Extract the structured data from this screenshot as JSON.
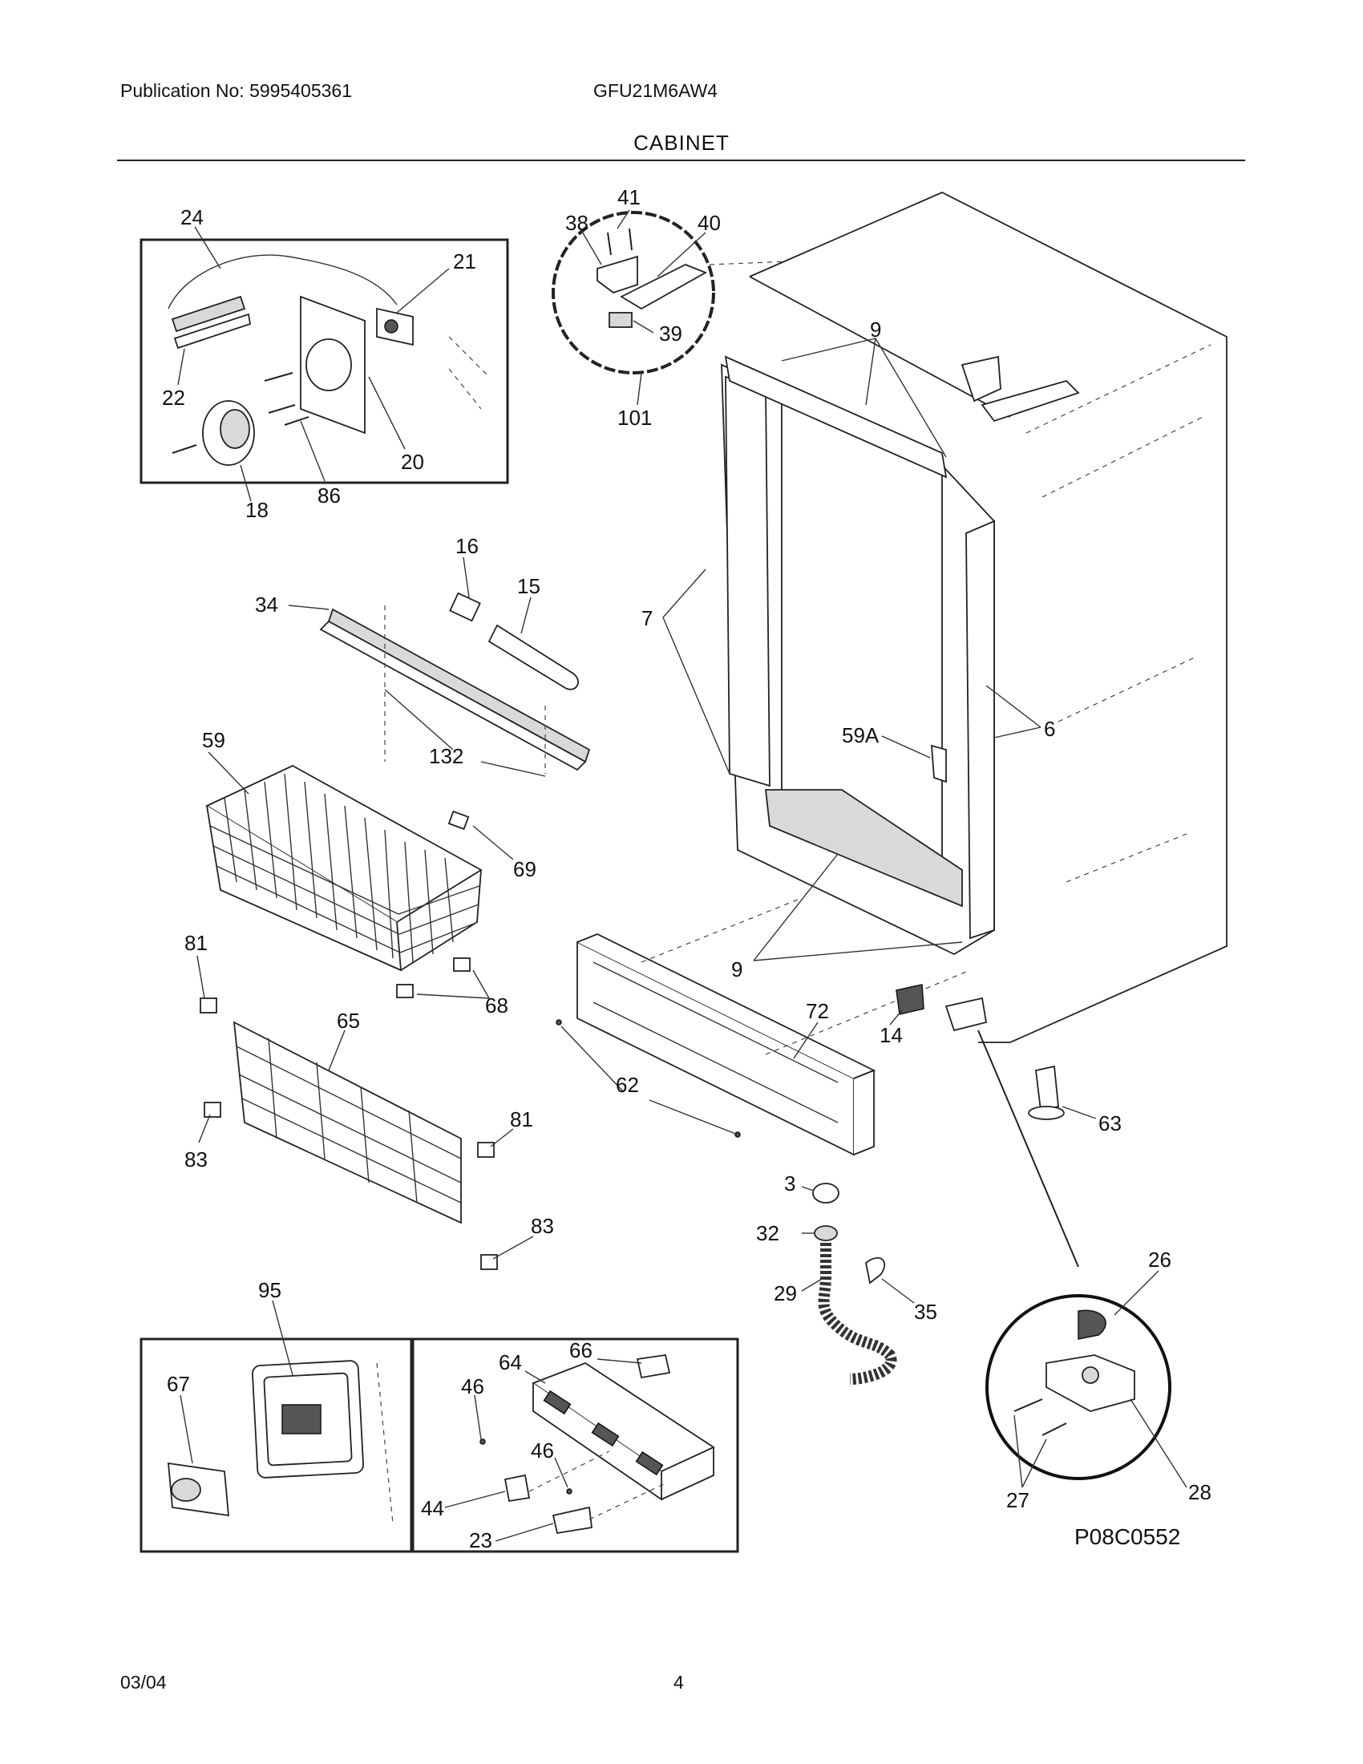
{
  "header": {
    "publication": "Publication No: 5995405361",
    "model": "GFU21M6AW4",
    "section": "CABINET"
  },
  "diagram": {
    "code": "P08C0552",
    "callouts": {
      "c24": "24",
      "c21": "21",
      "c22": "22",
      "c20": "20",
      "c18": "18",
      "c86": "86",
      "c41": "41",
      "c38": "38",
      "c40": "40",
      "c39": "39",
      "c101": "101",
      "c9a": "9",
      "c9b": "9",
      "c7": "7",
      "c6": "6",
      "c59a": "59A",
      "c16": "16",
      "c15": "15",
      "c34": "34",
      "c132": "132",
      "c59": "59",
      "c69": "69",
      "c81a": "81",
      "c68": "68",
      "c65": "65",
      "c83a": "83",
      "c81b": "81",
      "c83b": "83",
      "c72": "72",
      "c62": "62",
      "c14": "14",
      "c63": "63",
      "c3": "3",
      "c32": "32",
      "c29": "29",
      "c35": "35",
      "c26": "26",
      "c27": "27",
      "c28": "28",
      "c95": "95",
      "c67": "67",
      "c46a": "46",
      "c64": "64",
      "c66": "66",
      "c46b": "46",
      "c44": "44",
      "c23": "23"
    }
  },
  "footer": {
    "date": "03/04",
    "page": "4"
  }
}
